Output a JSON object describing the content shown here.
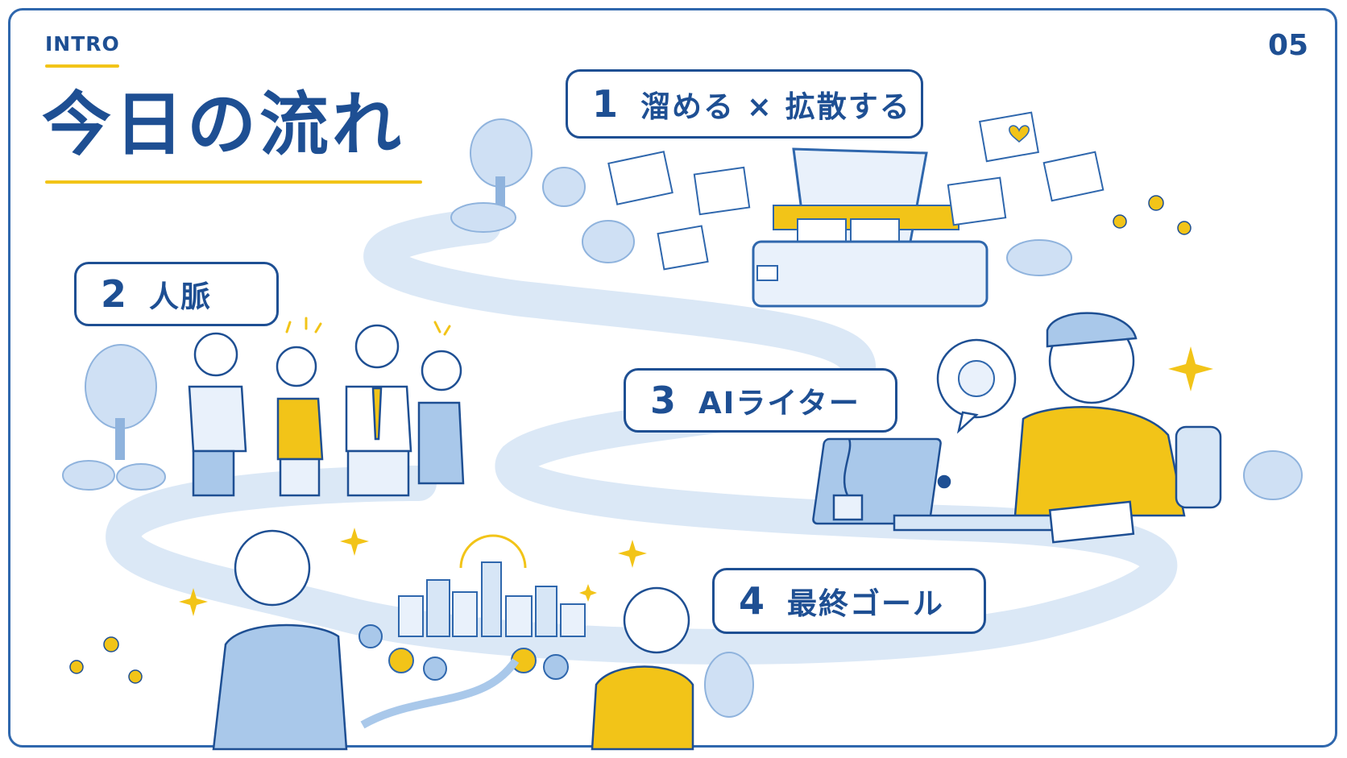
{
  "header": {
    "section_label": "INTRO",
    "title": "今日の流れ",
    "page_number": "05"
  },
  "steps": [
    {
      "number": "1",
      "label": "溜める × 拡散する"
    },
    {
      "number": "2",
      "label": "人脈"
    },
    {
      "number": "3",
      "label": "AIライター"
    },
    {
      "number": "4",
      "label": "最終ゴール"
    }
  ],
  "colors": {
    "navy": "#1e4f93",
    "accent_yellow": "#f2c418",
    "light_blue": "#d7e6f6",
    "mid_blue": "#a9c8ea"
  }
}
